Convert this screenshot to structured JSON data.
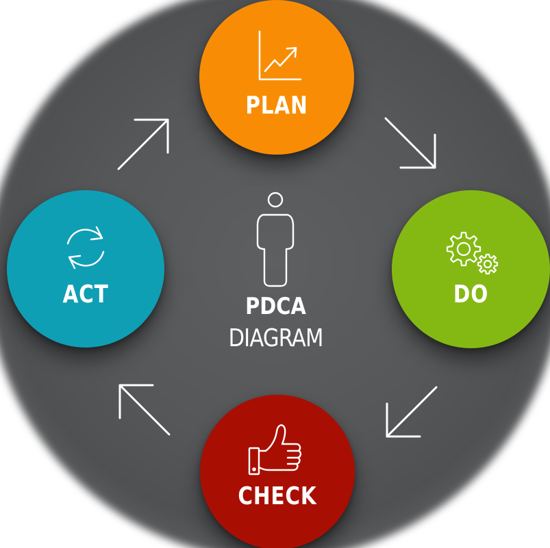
{
  "diagram": {
    "center": {
      "title": "PDCA",
      "subtitle": "DIAGRAM",
      "icon": "person-icon"
    },
    "steps": [
      {
        "label": "PLAN",
        "color": "#f88d05",
        "icon": "growth-chart-icon"
      },
      {
        "label": "DO",
        "color": "#84b914",
        "icon": "gears-icon"
      },
      {
        "label": "CHECK",
        "color": "#a80f02",
        "icon": "thumbs-up-icon"
      },
      {
        "label": "ACT",
        "color": "#0f9fb4",
        "icon": "refresh-cycle-icon"
      }
    ],
    "arrows": [
      {
        "icon": "arrow-down-right-icon"
      },
      {
        "icon": "arrow-down-left-icon"
      },
      {
        "icon": "arrow-up-left-icon"
      },
      {
        "icon": "arrow-up-right-icon"
      }
    ],
    "background_color": "#565759",
    "text_color": "#ffffff"
  }
}
